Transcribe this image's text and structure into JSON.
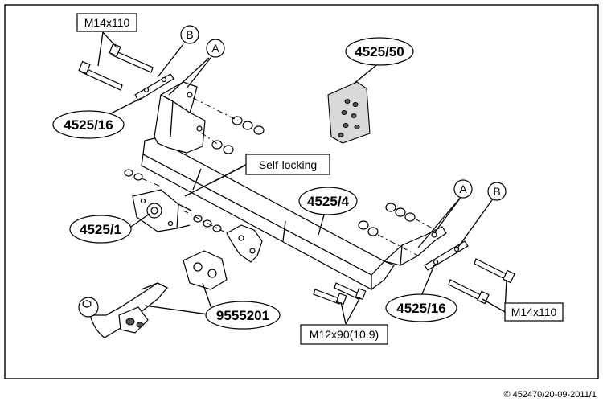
{
  "labels": {
    "bolt_m14_top": "M14x110",
    "bolt_m14_right": "M14x110",
    "bolt_m12": "M12x90(10.9)",
    "self_locking": "Self-locking",
    "part_4525_16_left": "4525/16",
    "part_4525_16_right": "4525/16",
    "part_4525_50": "4525/50",
    "part_4525_4": "4525/4",
    "part_4525_1": "4525/1",
    "part_9555201": "9555201",
    "callout_b_left": "B",
    "callout_a_left": "A",
    "callout_a_right": "A",
    "callout_b_right": "B",
    "copyright": "© 452470/20-09-2011/1"
  }
}
